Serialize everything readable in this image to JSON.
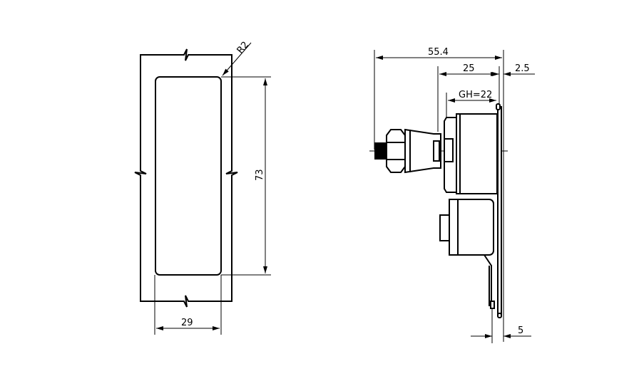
{
  "front_view": {
    "radius_label": "R2",
    "height_label": "73",
    "width_label": "29"
  },
  "side_view": {
    "overall_length_label": "55.4",
    "body_depth_label": "25",
    "plate_thickness_label": "2.5",
    "grip_label": "GH=22",
    "bracket_offset_label": "5"
  },
  "colors": {
    "line": "#000000",
    "background": "#ffffff"
  }
}
